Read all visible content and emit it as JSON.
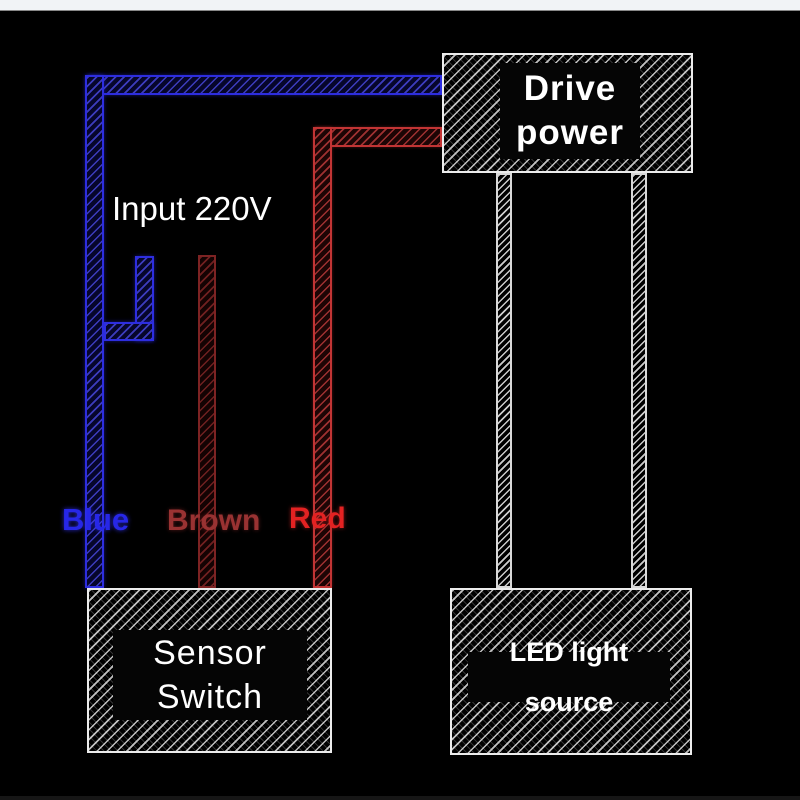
{
  "labels": {
    "input": "Input 220V",
    "blue": "Blue",
    "brown": "Brown",
    "red": "Red"
  },
  "boxes": {
    "drive_power": {
      "line1": "Drive",
      "line2": "power"
    },
    "sensor_switch": {
      "line1": "Sensor",
      "line2": "Switch"
    },
    "led": {
      "label": "LED light source"
    }
  },
  "colors": {
    "background": "#000000",
    "top_strip": "#f1f3f6",
    "blue_wire": "#2d2de0",
    "blue_text": "#2727e8",
    "red_wire": "#c23434",
    "red_text": "#e32222",
    "brown_wire": "#7d2323",
    "brown_text": "#993232",
    "gray_wire": "#d9d9d9",
    "box_border": "#ececec",
    "text": "#ffffff"
  }
}
